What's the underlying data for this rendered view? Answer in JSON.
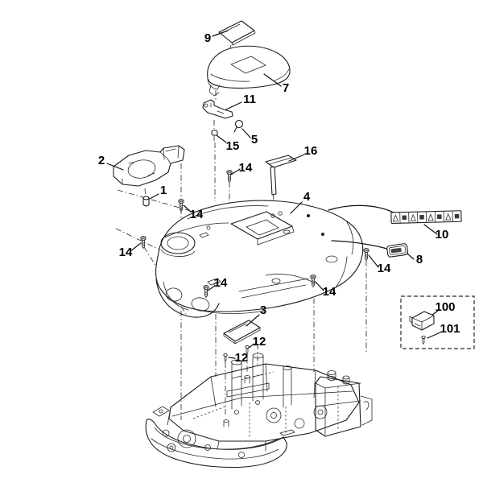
{
  "figure": {
    "kind": "exploded-parts-diagram",
    "subject": "robotic-mower-upper-housing-assembly"
  },
  "colors": {
    "background": "#ffffff",
    "line": "#1c1c1c",
    "label_text": "#000000",
    "badge_fill": "#444444"
  },
  "callouts": [
    {
      "label": "9",
      "part_ref": "trim-pad"
    },
    {
      "label": "7",
      "part_ref": "hood-cover"
    },
    {
      "label": "11",
      "part_ref": "latch-bracket"
    },
    {
      "label": "5",
      "part_ref": "retaining-clip"
    },
    {
      "label": "15",
      "part_ref": "pivot-pin"
    },
    {
      "label": "2",
      "part_ref": "mounting-bracket"
    },
    {
      "label": "1",
      "part_ref": "bushing-pin"
    },
    {
      "label": "14",
      "part_ref": "screw"
    },
    {
      "label": "16",
      "part_ref": "cover-strip"
    },
    {
      "label": "4",
      "part_ref": "upper-housing"
    },
    {
      "label": "14",
      "part_ref": "screw"
    },
    {
      "label": "10",
      "part_ref": "safety-label-strip"
    },
    {
      "label": "14",
      "part_ref": "screw"
    },
    {
      "label": "8",
      "part_ref": "nameplate-badge"
    },
    {
      "label": "14",
      "part_ref": "screw"
    },
    {
      "label": "14",
      "part_ref": "screw"
    },
    {
      "label": "14",
      "part_ref": "screw"
    },
    {
      "label": "3",
      "part_ref": "access-plate"
    },
    {
      "label": "100",
      "part_ref": "holder-bracket"
    },
    {
      "label": "101",
      "part_ref": "holder-screw"
    },
    {
      "label": "12",
      "part_ref": "small-screw"
    },
    {
      "label": "12",
      "part_ref": "small-screw"
    }
  ],
  "parts": [
    {
      "id": "9",
      "name": "trim-pad"
    },
    {
      "id": "7",
      "name": "hood-cover"
    },
    {
      "id": "11",
      "name": "latch-bracket"
    },
    {
      "id": "5",
      "name": "retaining-clip"
    },
    {
      "id": "15",
      "name": "pivot-pin"
    },
    {
      "id": "2",
      "name": "mounting-bracket"
    },
    {
      "id": "1",
      "name": "bushing-pin"
    },
    {
      "id": "14",
      "name": "screw",
      "quantity": 6
    },
    {
      "id": "16",
      "name": "cover-strip"
    },
    {
      "id": "4",
      "name": "upper-housing"
    },
    {
      "id": "10",
      "name": "safety-label-strip"
    },
    {
      "id": "8",
      "name": "nameplate-badge"
    },
    {
      "id": "3",
      "name": "access-plate"
    },
    {
      "id": "12",
      "name": "small-screw",
      "quantity": 2
    },
    {
      "id": "100",
      "name": "holder-bracket"
    },
    {
      "id": "101",
      "name": "holder-screw"
    },
    {
      "id": "",
      "name": "lower-chassis-assembly"
    }
  ],
  "kit_box": {
    "style": "dashed-outline",
    "contains": [
      "100",
      "101"
    ]
  },
  "warning_strip_symbols": [
    "warning-triangle",
    "pictogram",
    "warning-triangle",
    "pictogram",
    "warning-triangle",
    "pictogram",
    "warning-triangle",
    "pictogram"
  ]
}
